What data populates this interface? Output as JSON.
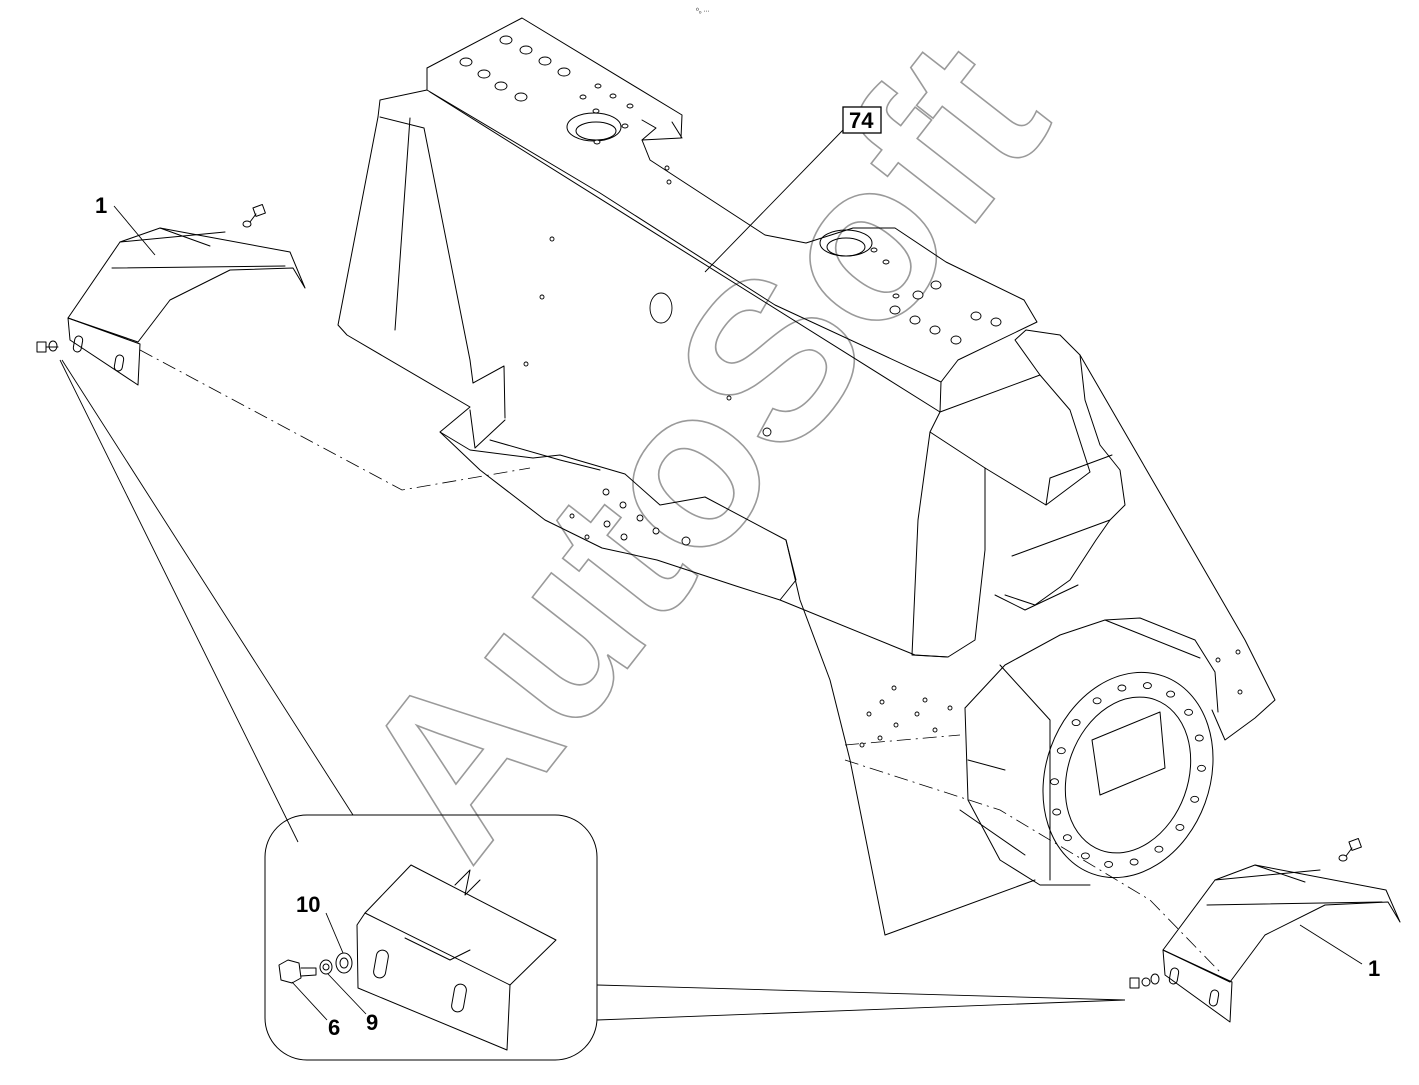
{
  "watermark": {
    "text": "AutoSoft"
  },
  "header": {
    "marker": "⁰₀ ∙∙∙"
  },
  "callouts": [
    {
      "id": "frame",
      "label": "74",
      "boxed": true
    },
    {
      "id": "fender-left",
      "label": "1",
      "boxed": false
    },
    {
      "id": "fender-right",
      "label": "1",
      "boxed": false
    },
    {
      "id": "detail-washer",
      "label": "10",
      "boxed": false
    },
    {
      "id": "detail-bolt",
      "label": "6",
      "boxed": false
    },
    {
      "id": "detail-lockwasher",
      "label": "9",
      "boxed": false
    }
  ]
}
